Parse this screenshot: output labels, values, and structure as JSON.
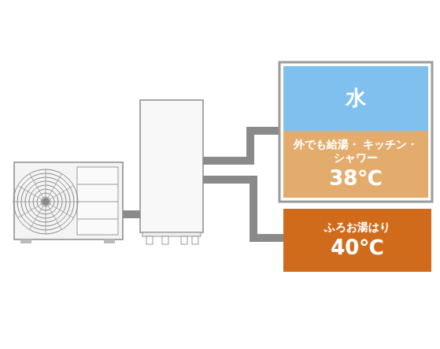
{
  "diagram": {
    "nodes": [
      {
        "text": [
          "水"
        ]
      },
      {
        "text": [
          "外でも給湯・ キッチン・シャワー",
          "38℃"
        ]
      },
      {
        "text": [
          "ふろお湯はり",
          "40℃"
        ]
      }
    ]
  }
}
